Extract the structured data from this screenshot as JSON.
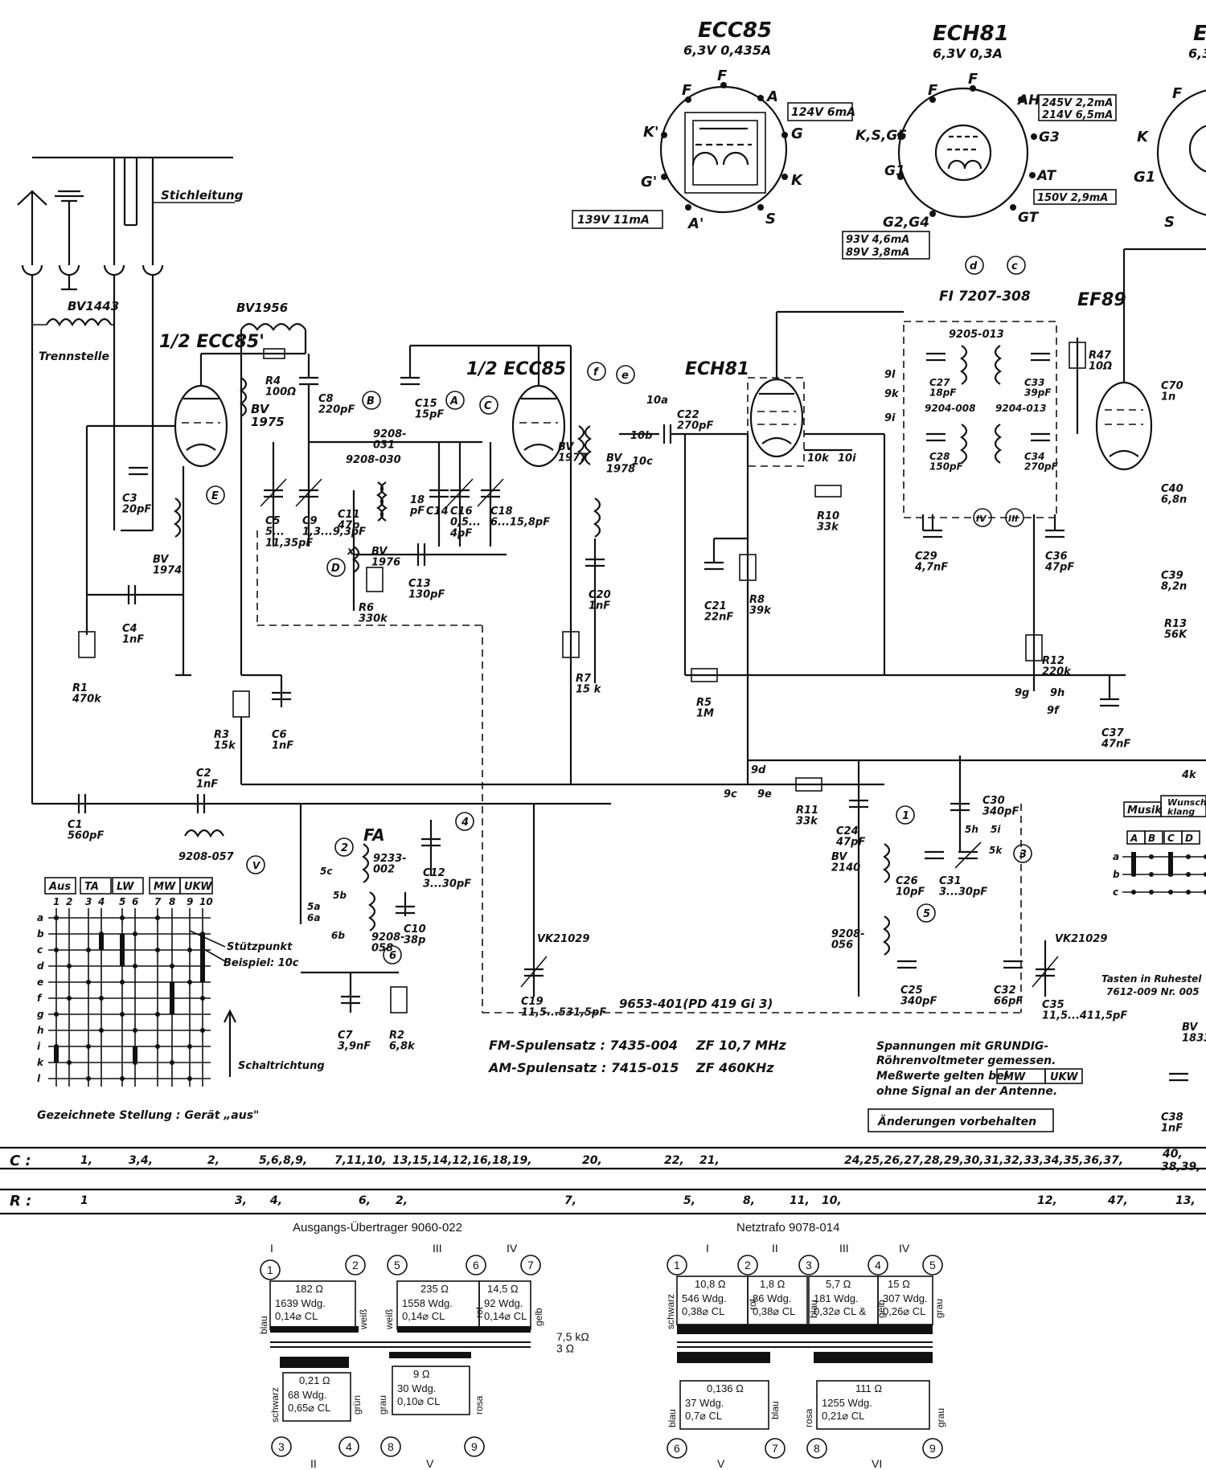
{
  "tubes": {
    "ecc85_top": {
      "name": "ECC85",
      "spec": "6,3V 0,435A",
      "pin_f1": "F",
      "pin_f2": "F",
      "pin_a": "A",
      "pin_g": "G",
      "pin_k": "K",
      "pin_s": "S",
      "pin_a2": "A'",
      "pin_g2": "G'",
      "pin_k2": "K'",
      "volt_a": "124V 6mA",
      "volt_a2": "139V 11mA"
    },
    "ech81_top": {
      "name": "ECH81",
      "spec": "6,3V 0,3A",
      "pin_f1": "F",
      "pin_f2": "F",
      "pin_ah": "AH",
      "pin_g3": "G3",
      "pin_at": "AT",
      "pin_gt": "GT",
      "pin_g2g4": "G2,G4",
      "pin_g1": "G1",
      "pin_ksg5": "K,S,G5",
      "volt_ah1": "245V 2,2mA",
      "volt_ah2": "214V 6,5mA",
      "volt_at": "150V 2,9mA",
      "volt_g1": "93V 4,6mA",
      "volt_g2": "89V 3,8mA"
    },
    "third_top": {
      "name": "E",
      "spec": "6,3",
      "pin_f": "F",
      "pin_k": "K",
      "pin_g1": "G1",
      "pin_s": "S"
    }
  },
  "labels": {
    "stichleitung": "Stichleitung",
    "trennstelle": "Trennstelle",
    "bv1443": "BV1443",
    "bv1956": "BV1956",
    "bv1975": "BV\n1975",
    "bv1974": "BV\n1974",
    "bv1976": "BV\n1976",
    "bv1977": "BV\n1977",
    "bv1978": "BV\n1978",
    "bv2140": "BV\n2140",
    "bv1833": "BV\n1833",
    "half_ecc85p": "1/2 ECC85'",
    "half_ecc85": "1/2 ECC85",
    "ech81": "ECH81",
    "ef89": "EF89",
    "fi": "FI 7207-308",
    "coil_9205": "9205-013",
    "coil_9204a": "9204-008",
    "coil_9204b": "9204-013",
    "coil_9208_030": "9208-030",
    "coil_9208_031": "9208-\n031",
    "coil_9208_057": "9208-057",
    "coil_9208_058": "9208-\n058",
    "coil_9208_056": "9208-\n056",
    "fa": "FA",
    "fa_num": "9233-\n002",
    "vk1": "VK21029",
    "vk2": "VK21029",
    "gang": "9653-401(PD 419 Gi 3)",
    "fm_set": "FM-Spulensatz : 7435-004",
    "fm_zf": "ZF 10,7 MHz",
    "am_set": "AM-Spulensatz : 7415-015",
    "am_zf": "ZF 460KHz",
    "note1": "Spannungen mit GRUNDIG-",
    "note2": "Röhrenvoltmeter gemessen.",
    "note3": "Meßwerte gelten bei",
    "note_mw": "MW",
    "note_ukw": "UKW",
    "note4": "ohne Signal an der Antenne.",
    "changes": "Änderungen vorbehalten",
    "drawn": "Gezeichnete Stellung : Gerät „aus\"",
    "schalt": "Schaltrichtung",
    "stuetz": "Stützpunkt",
    "beispiel": "Beispiel: 10c",
    "musik": "Musik",
    "wunsch": "Wunsch-\nklang",
    "tasten": "Tasten in Ruhestel",
    "tasten_nr": "7612-009 Nr. 005"
  },
  "components": {
    "r1": "R1\n470k",
    "r3": "R3\n15k",
    "r4": "R4\n100Ω",
    "r6": "R6\n330k",
    "r7": "R7\n15 k",
    "r8": "R8\n39k",
    "r10": "R10\n33k",
    "r5": "R5\n1M",
    "r11": "R11\n33k",
    "r12": "R12\n220k",
    "r2": "R2\n6,8k",
    "r47": "R47\n10Ω",
    "r13": "R13\n56K",
    "c1": "C1\n560pF",
    "c2": "C2\n1nF",
    "c3": "C3\n20pF",
    "c4": "C4\n1nF",
    "c5": "C5\n5...\n11,35pF",
    "c6": "C6\n1nF",
    "c7": "C7\n3,9nF",
    "c8": "C8\n220pF",
    "c9": "C9\n1,3...9,3pF",
    "c10": "C10\n38p",
    "c11": "C11\n47p",
    "c12": "C12\n3...30pF",
    "c13": "C13\n130pF",
    "c14": "C14",
    "c15": "C15\n15pF",
    "c16": "C16\n0,5...\n4pF",
    "c17": "18\npF",
    "c18": "C18\n6...15,8pF",
    "c19": "C19\n11,5...531,5pF",
    "c20": "C20\n1nF",
    "c21": "C21\n22nF",
    "c22": "C22\n270pF",
    "c24": "C24\n47pF",
    "c25": "C25\n340pF",
    "c26": "C26\n10pF",
    "c27": "C27\n18pF",
    "c28": "C28\n150pF",
    "c29": "C29\n4,7nF",
    "c30": "C30\n340pF",
    "c31": "C31\n3...30pF",
    "c32": "C32\n66pF",
    "c33": "C33\n39pF",
    "c34": "C34\n270pF",
    "c35": "C35\n11,5...411,5pF",
    "c36": "C36\n47pF",
    "c37": "C37\n47nF",
    "c38": "C38\n1nF",
    "c39": "C39\n8,2n",
    "c40": "C40\n6,8n",
    "c70": "C70\n1n"
  },
  "terminals": [
    "10a",
    "10b",
    "10c",
    "10k",
    "10i",
    "9l",
    "9k",
    "9i",
    "9g",
    "9h",
    "9f",
    "9d",
    "9c",
    "9e",
    "5a",
    "5b",
    "5c",
    "6a",
    "6b",
    "5h",
    "5i",
    "5k",
    "4k",
    "x"
  ],
  "markers": [
    "A",
    "B",
    "C",
    "D",
    "E",
    "V",
    "1",
    "2",
    "3",
    "4",
    "5",
    "6",
    "d",
    "c",
    "e",
    "f",
    "IV",
    "III"
  ],
  "switch_matrix": {
    "headers": [
      "Aus",
      "TA",
      "LW",
      "MW",
      "UKW"
    ],
    "cols": [
      "1",
      "2",
      "3",
      "4",
      "5",
      "6",
      "7",
      "8",
      "9",
      "10"
    ],
    "rows": [
      "a",
      "b",
      "c",
      "d",
      "e",
      "f",
      "g",
      "h",
      "i",
      "k",
      "l"
    ],
    "right_headers": [
      "A",
      "B",
      "C",
      "D"
    ],
    "right_rows": [
      "a",
      "b",
      "c"
    ]
  },
  "parts_table": {
    "c_label": "C :",
    "c_values": [
      "1,",
      "3,4,",
      "2,",
      "5,6,8,9,",
      "7,11,10,",
      "13,15,14,12,16,",
      "18,19,",
      "20,",
      "22,",
      "21,",
      "24,25,26,27,28,29,30,31,32,33,34,35,36,37,",
      "40,",
      "38,39,"
    ],
    "r_label": "R :",
    "r_values": [
      "1",
      "3,",
      "4,",
      "6,",
      "2,",
      "7,",
      "5,",
      "8,",
      "11,",
      "10,",
      "12,",
      "47,",
      "13,"
    ]
  },
  "output_transformer": {
    "title": "Ausgangs-Übertrager 9060-022",
    "ratio": "7,5 kΩ\n3 Ω",
    "sections": [
      "I",
      "III",
      "IV",
      "II",
      "V"
    ],
    "pins": [
      "1",
      "2",
      "3",
      "4",
      "5",
      "6",
      "7",
      "8",
      "9"
    ],
    "w1": {
      "ohm": "182 Ω",
      "turns": "1639 Wdg.",
      "wire": "0,14⌀ CL",
      "left": "blau",
      "right": "weiß"
    },
    "w3": {
      "ohm": "235 Ω",
      "turns": "1558 Wdg.",
      "wire": "0,14⌀ CL",
      "left": "weiß",
      "right": "rot"
    },
    "w4": {
      "ohm": "14,5 Ω",
      "turns": "92 Wdg.",
      "wire": "0,14⌀ CL",
      "right": "gelb"
    },
    "w2": {
      "ohm": "0,21 Ω",
      "turns": "68 Wdg.",
      "wire": "0,65⌀ CL",
      "left": "schwarz",
      "right": "grün"
    },
    "w5": {
      "ohm": "9 Ω",
      "turns": "30 Wdg.",
      "wire": "0,10⌀ CL",
      "left": "grau",
      "right": "rosa"
    }
  },
  "mains_transformer": {
    "title": "Netztrafo 9078-014",
    "sections": [
      "I",
      "II",
      "III",
      "IV",
      "V",
      "VI"
    ],
    "pins": [
      "1",
      "2",
      "3",
      "4",
      "5",
      "6",
      "7",
      "8",
      "9"
    ],
    "w1": {
      "ohm": "10,8 Ω",
      "turns": "546 Wdg.",
      "wire": "0,38⌀ CL",
      "left": "schwarz",
      "right": "rot"
    },
    "w2": {
      "ohm": "1,8 Ω",
      "turns": "86 Wdg.",
      "wire": "0,38⌀ CL",
      "right": "blau"
    },
    "w3": {
      "ohm": "5,7 Ω",
      "turns": "181 Wdg.",
      "wire": "0,32⌀ CL &",
      "right": "gelb"
    },
    "w4": {
      "ohm": "15 Ω",
      "turns": "307 Wdg.",
      "wire": "0,26⌀ CL",
      "right": "grau"
    },
    "w5": {
      "ohm": "0,136 Ω",
      "turns": "37 Wdg.",
      "wire": "0,7⌀ CL",
      "left": "blau",
      "right": "blau"
    },
    "w6": {
      "ohm": "111 Ω",
      "turns": "1255 Wdg.",
      "wire": "0,21⌀ CL",
      "left": "rosa",
      "right": "grau"
    }
  }
}
